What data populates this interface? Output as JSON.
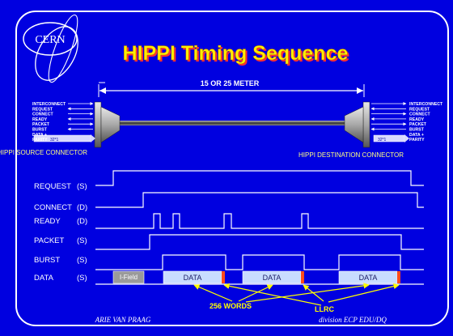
{
  "title": "HIPPI Timing Sequence",
  "logo": "CERN",
  "cable_length": "15 OR 25 METER",
  "source_connector": {
    "caption": "HIPPI SOURCE CONNECTOR",
    "signals": [
      "INTERCONNECT",
      "REQUEST",
      "CONNECT",
      "READY",
      "PACKET",
      "BURST",
      "DATA +",
      "PARITY"
    ],
    "data_width": "32*1"
  },
  "destination_connector": {
    "caption": "HIPPI DESTINATION CONNECTOR",
    "signals": [
      "INTERCONNECT",
      "REQUEST",
      "CONNECT",
      "READY",
      "PACKET",
      "BURST",
      "DATA +",
      "PARITY"
    ],
    "data_width": "32*1"
  },
  "timing": {
    "rows": [
      {
        "name": "REQUEST",
        "dir": "(S)"
      },
      {
        "name": "CONNECT",
        "dir": "(D)"
      },
      {
        "name": "READY",
        "dir": "(D)"
      },
      {
        "name": "PACKET",
        "dir": "(S)"
      },
      {
        "name": "BURST",
        "dir": "(S)"
      },
      {
        "name": "DATA",
        "dir": "(S)"
      }
    ],
    "ifield_label": "I-Field",
    "data_label": "DATA",
    "words_label": "256 WORDS",
    "llrc_label": "LLRC"
  },
  "colors": {
    "background": "#0000e0",
    "title_fill": "#ffee00",
    "title_shadow": "#ff3030",
    "data_block": "#c8dcff",
    "ifield_block": "#9a9a9a",
    "llrc_marker": "#ff4a1a",
    "annotation": "#ffff00"
  },
  "footer": {
    "author": "ARIE VAN PRAAG",
    "division": "division ECP EDU/DQ"
  }
}
